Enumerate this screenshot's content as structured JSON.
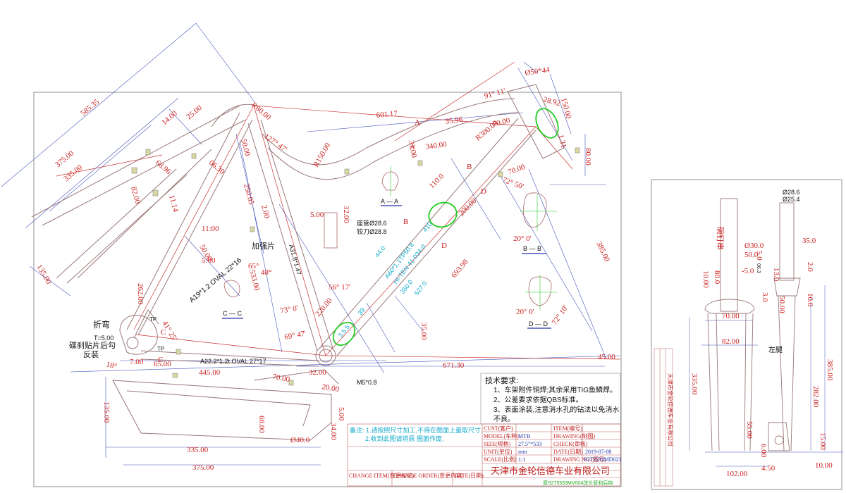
{
  "colors": {
    "dim": "#cc2222",
    "tube": "#9a7a7a",
    "ext": "#3344aa",
    "green": "#22cc22",
    "cyan": "#11aacc",
    "frame": "#666666"
  },
  "dimensions": [
    {
      "id": "d1",
      "text": "585.35"
    },
    {
      "id": "d2",
      "text": "375.00"
    },
    {
      "id": "d3",
      "text": "335.00"
    },
    {
      "id": "d4",
      "text": "135.00"
    },
    {
      "id": "d5",
      "text": "14.00"
    },
    {
      "id": "d6",
      "text": "25.00"
    },
    {
      "id": "d7",
      "text": "R80.00"
    },
    {
      "id": "d8",
      "text": "68.96"
    },
    {
      "id": "d9",
      "text": "06.30"
    },
    {
      "id": "d10",
      "text": "82.00"
    },
    {
      "id": "d11",
      "text": "11.14"
    },
    {
      "id": "d12",
      "text": "262.00"
    },
    {
      "id": "d13",
      "text": "11:00"
    },
    {
      "id": "d14",
      "text": "50.00"
    },
    {
      "id": "d15",
      "text": "5:00"
    },
    {
      "id": "d16",
      "text": "65°"
    },
    {
      "id": "d17",
      "text": "48°"
    },
    {
      "id": "d18",
      "text": "250.05"
    },
    {
      "id": "d19",
      "text": "2.00"
    },
    {
      "id": "d20",
      "text": "533.00"
    },
    {
      "id": "d21",
      "text": "50.00"
    },
    {
      "id": "d22",
      "text": "127° 47'"
    },
    {
      "id": "d23",
      "text": "R150.00"
    },
    {
      "id": "d24",
      "text": "601.17"
    },
    {
      "id": "d25",
      "text": "35.96"
    },
    {
      "id": "d26",
      "text": "31.00"
    },
    {
      "id": "d27",
      "text": "340.00"
    },
    {
      "id": "d28",
      "text": "R300.00"
    },
    {
      "id": "d29",
      "text": "70.00"
    },
    {
      "id": "d30",
      "text": "91° 11'"
    },
    {
      "id": "d31",
      "text": "Ø50*44"
    },
    {
      "id": "d32",
      "text": "28.92"
    },
    {
      "id": "d33",
      "text": "150.00"
    },
    {
      "id": "d34",
      "text": "1.31"
    },
    {
      "id": "d35",
      "text": "80.00"
    },
    {
      "id": "d36",
      "text": "70.00"
    },
    {
      "id": "d37",
      "text": "72° 50'"
    },
    {
      "id": "d38",
      "text": "110.0"
    },
    {
      "id": "d39",
      "text": "200.00"
    },
    {
      "id": "d40",
      "text": "693.98"
    },
    {
      "id": "d41",
      "text": "385.00"
    },
    {
      "id": "d42",
      "text": "72° 10'"
    },
    {
      "id": "d43",
      "text": "5.00"
    },
    {
      "id": "d44",
      "text": "32.00"
    },
    {
      "id": "d45",
      "text": "56° 17'"
    },
    {
      "id": "d46",
      "text": "220.00"
    },
    {
      "id": "d47",
      "text": "73° 0'"
    },
    {
      "id": "d48",
      "text": "69° 47'"
    },
    {
      "id": "d49",
      "text": "35.00"
    },
    {
      "id": "d50",
      "text": "41° 25'"
    },
    {
      "id": "d51",
      "text": "18°"
    },
    {
      "id": "d52",
      "text": "7.00"
    },
    {
      "id": "d53",
      "text": "65.00"
    },
    {
      "id": "d54",
      "text": "445.00"
    },
    {
      "id": "d55",
      "text": "671.30"
    },
    {
      "id": "d56",
      "text": "45.00"
    },
    {
      "id": "d57",
      "text": "32.00"
    },
    {
      "id": "d58",
      "text": "70.00"
    },
    {
      "id": "d59",
      "text": "20.00"
    },
    {
      "id": "d60",
      "text": "135.00"
    },
    {
      "id": "d61",
      "text": "68.00"
    },
    {
      "id": "d62",
      "text": "335.00"
    },
    {
      "id": "d63",
      "text": "375.00"
    },
    {
      "id": "d64",
      "text": "Ø40.0"
    },
    {
      "id": "d65",
      "text": "34.00"
    },
    {
      "id": "d66",
      "text": "5.00"
    }
  ],
  "labels": {
    "seat_tube_spec": "A31.8*1.47",
    "seatstay_spec": "A19*1.2 OVAL 22*16",
    "chainstay_spec": "A22.2*1.2t OVAL 27*17",
    "reinforce": "加强片",
    "bend": "折弯",
    "t500": "T=5.00",
    "brake_line1": "碟刹贴片后勾",
    "brake_line2": "反装",
    "seatpost1": "座管Ø28.6",
    "seatpost2": "铰刀Ø28.8",
    "m5": "M5*0.8",
    "cc": "C — C",
    "aa": "A — A",
    "bb": "B — B",
    "dd": "D — D",
    "angle_b": "20° 0'",
    "angle_d": "20° 0'",
    "tp1": "TP",
    "tp2": "TP",
    "aA": "A",
    "aB": "B",
    "aC": "C",
    "aD": "D",
    "aA2": "A",
    "aB2": "B",
    "aC2": "C",
    "aD2": "D",
    "dt_a": "A60*1.1TP50.8",
    "dt_b": "HI-TEN 41-034-0",
    "dt_c": "44.0",
    "dt_d": "410",
    "dt_350": "350.0",
    "dt_527": "527.0",
    "dt_39": "39",
    "dt_bb": "3.5.5"
  },
  "notes": {
    "title": "技术要求:",
    "n1": "1、车架附件铜焊;其余采用TIG鱼鳞焊。",
    "n2": "2、公差要求依据QBS标准。",
    "n3": "3、表面涂装,注意消水孔的钻法以免消水",
    "n3b": "不良。"
  },
  "title_block": {
    "note_1": "备注: 1.请按照尺寸加工,不得在图面上量取尺寸.",
    "note_2": "2.收到此图请将原          图面作废.",
    "cust": "CUST(客户)",
    "model": "MODEL(车种)",
    "model_val": "MTB",
    "size": "SIZE(规格)",
    "size_val": "27.5\"*533",
    "unit": "UNIT(单位)",
    "unit_val": "mm",
    "scale": "SCALE(比例)",
    "scale_val": "1:1",
    "item": "ITEM(编号)",
    "drawing": "DRAWING(制图)",
    "check": "CHECK(审核)",
    "date": "DATE(日期)",
    "date_val": "2019-07-08",
    "dwg": "DRAWING NO.(图号)",
    "dwg_val": "S275533MD023",
    "change_item": "CHANGE ITEM(变更标记)",
    "change_order": "CHANGE ORDER(变更内容)",
    "change_date": "DATE(日期)",
    "company": "天津市金轮信德车业有限公司",
    "footer": "原S275533MV004改头管和后钩"
  },
  "fork": {
    "a286": "Ø28.6",
    "a254": "Ø25.4",
    "a300": "Ø30.0",
    "d_500": "50.0",
    "d_50": "5.0",
    "d_sp": "-5.0",
    "d_350": "35.0",
    "d_20": "2.0",
    "d_130": "13.0",
    "d_063": "06.3",
    "d_300": "3.0",
    "d_800": "80.0",
    "d_100": "10.00",
    "d_100b": "10.0",
    "d_7000": "70.00",
    "d_8200": "82.00",
    "d_5000": "50.00",
    "d_33500": "335.00",
    "d_38500": "385.00",
    "d_28200": "282.00",
    "d_5500": "55.00",
    "d_1500": "15.00",
    "d_10200": "102.00",
    "d_450": "4.50",
    "d_1000": "10.00",
    "d_600": "6.00",
    "label_left": "左腿",
    "label_plate": "碗钉串",
    "company_v": "天津市金轮信德车业有限公司"
  }
}
